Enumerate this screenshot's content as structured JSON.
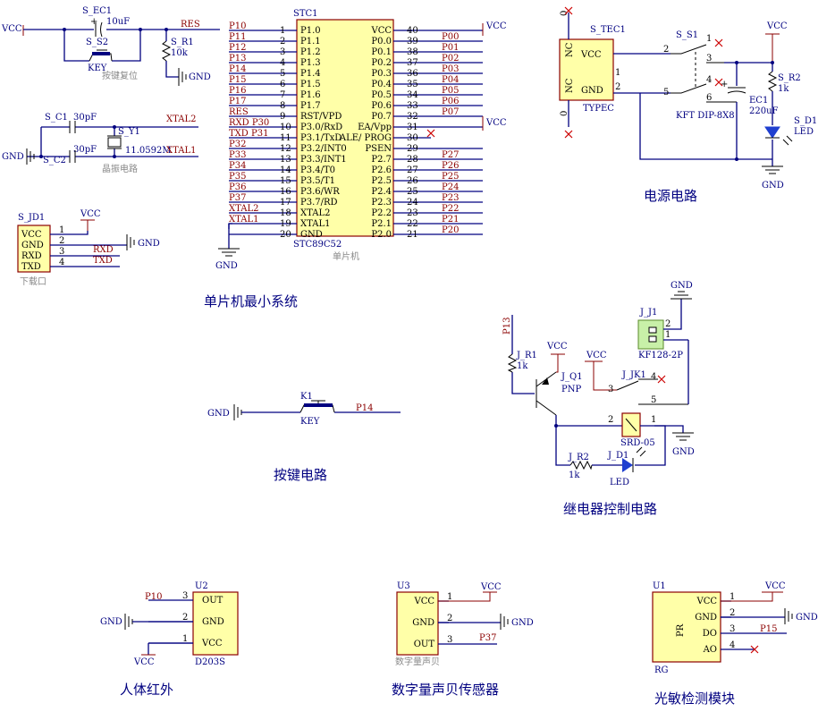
{
  "mcu": {
    "designator": "STC1",
    "part": "STC89C52",
    "caption": "单片机",
    "left_pins": [
      {
        "net": "P10",
        "num": "1",
        "name": "P1.0"
      },
      {
        "net": "P11",
        "num": "2",
        "name": "P1.1"
      },
      {
        "net": "P12",
        "num": "3",
        "name": "P1.2"
      },
      {
        "net": "P13",
        "num": "4",
        "name": "P1.3"
      },
      {
        "net": "P14",
        "num": "5",
        "name": "P1.4"
      },
      {
        "net": "P15",
        "num": "6",
        "name": "P1.5"
      },
      {
        "net": "P16",
        "num": "7",
        "name": "P1.6"
      },
      {
        "net": "P17",
        "num": "8",
        "name": "P1.7"
      },
      {
        "net": "RES",
        "num": "9",
        "name": "RST/VPD"
      },
      {
        "net": "RXD P30",
        "num": "10",
        "name": "P3.0/RxD"
      },
      {
        "net": "TXD P31",
        "num": "11",
        "name": "P3.1/TxD"
      },
      {
        "net": "P32",
        "num": "12",
        "name": "P3.2/INT0"
      },
      {
        "net": "P33",
        "num": "13",
        "name": "P3.3/INT1"
      },
      {
        "net": "P34",
        "num": "14",
        "name": "P3.4/T0"
      },
      {
        "net": "P35",
        "num": "15",
        "name": "P3.5/T1"
      },
      {
        "net": "P36",
        "num": "16",
        "name": "P3.6/WR"
      },
      {
        "net": "P37",
        "num": "17",
        "name": "P3.7/RD"
      },
      {
        "net": "XTAL2",
        "num": "18",
        "name": "XTAL2"
      },
      {
        "net": "XTAL1",
        "num": "19",
        "name": "XTAL1"
      },
      {
        "net": "",
        "num": "20",
        "name": "GND"
      }
    ],
    "right_pins": [
      {
        "net": "VCC",
        "num": "40",
        "name": "VCC"
      },
      {
        "net": "P00",
        "num": "39",
        "name": "P0.0"
      },
      {
        "net": "P01",
        "num": "38",
        "name": "P0.1"
      },
      {
        "net": "P02",
        "num": "37",
        "name": "P0.2"
      },
      {
        "net": "P03",
        "num": "36",
        "name": "P0.3"
      },
      {
        "net": "P04",
        "num": "35",
        "name": "P0.4"
      },
      {
        "net": "P05",
        "num": "34",
        "name": "P0.5"
      },
      {
        "net": "P06",
        "num": "33",
        "name": "P0.6"
      },
      {
        "net": "P07",
        "num": "32",
        "name": "P0.7"
      },
      {
        "net": "VCC",
        "num": "31",
        "name": "EA/Vpp"
      },
      {
        "net": "",
        "num": "30",
        "name": "ALE/ PROG"
      },
      {
        "net": "",
        "num": "29",
        "name": "PSEN"
      },
      {
        "net": "P27",
        "num": "28",
        "name": "P2.7"
      },
      {
        "net": "P26",
        "num": "27",
        "name": "P2.6"
      },
      {
        "net": "P25",
        "num": "26",
        "name": "P2.5"
      },
      {
        "net": "P24",
        "num": "25",
        "name": "P2.4"
      },
      {
        "net": "P23",
        "num": "24",
        "name": "P2.3"
      },
      {
        "net": "P22",
        "num": "23",
        "name": "P2.2"
      },
      {
        "net": "P21",
        "num": "22",
        "name": "P2.1"
      },
      {
        "net": "P20",
        "num": "21",
        "name": "P2.0"
      }
    ],
    "gnd": "GND"
  },
  "reset": {
    "cap": "S_EC1",
    "cap_value": "10uF",
    "switch": "S_S2",
    "switch_value": "KEY",
    "res": "S_R1",
    "res_value": "10k",
    "net_res": "RES",
    "vcc": "VCC",
    "gnd": "GND",
    "caption": "按键复位"
  },
  "crystal": {
    "c1": "S_C1",
    "c1_value": "30pF",
    "c2": "S_C2",
    "c2_value": "30pF",
    "y": "S_Y1",
    "y_value": "11.0592M",
    "xtal2": "XTAL2",
    "xtal1": "XTAL1",
    "gnd": "GND",
    "caption": "晶振电路"
  },
  "download": {
    "designator": "S_JD1",
    "pins": [
      {
        "label": "VCC",
        "num": "1"
      },
      {
        "label": "GND",
        "num": "2"
      },
      {
        "label": "RXD",
        "num": "3"
      },
      {
        "label": "TXD",
        "num": "4"
      }
    ],
    "vcc": "VCC",
    "gnd": "GND",
    "rxd": "RXD",
    "txd": "TXD",
    "caption": "下载口"
  },
  "section_titles": {
    "mcu": "单片机最小系统",
    "power": "电源电路",
    "key": "按键电路",
    "relay": "继电器控制电路",
    "pir": "人体红外",
    "sound": "数字量声贝传感器",
    "light": "光敏检测模块"
  },
  "power": {
    "typec": "S_TEC1",
    "typec_sub": "TYPEC",
    "nc": "NC",
    "zero": "0",
    "vcc_pin": "VCC",
    "gnd_pin": "GND",
    "pin1": "1",
    "pin2": "2",
    "switch": "S_S1",
    "switch_part": "KFT DIP-8X8",
    "sw_pins": [
      "1",
      "2",
      "3",
      "4",
      "5",
      "6"
    ],
    "cap": "EC1",
    "cap_value": "220uF",
    "res": "S_R2",
    "res_value": "1k",
    "led": "S_D1",
    "led_value": "LED",
    "vcc": "VCC",
    "gnd": "GND"
  },
  "key": {
    "designator": "K1",
    "value": "KEY",
    "net": "P14",
    "gnd": "GND"
  },
  "relay": {
    "net_p13": "P13",
    "r1": "J_R1",
    "r1_value": "1k",
    "q": "J_Q1",
    "q_value": "PNP",
    "vcc": "VCC",
    "vcc2": "VCC",
    "terminal": "J_J1",
    "terminal_part": "KF128-2P",
    "terminal_pins": [
      "1",
      "2"
    ],
    "gnd": "GND",
    "gnd2": "GND",
    "relay": "J_JK1",
    "relay_part": "SRD-05",
    "relay_pins": [
      "1",
      "2",
      "3",
      "4",
      "5"
    ],
    "r2": "J_R2",
    "r2_value": "1k",
    "led": "J_D1",
    "led_value": "LED"
  },
  "pir": {
    "designator": "U2",
    "part": "D203S",
    "pins": [
      {
        "name": "OUT",
        "num": "3"
      },
      {
        "name": "GND",
        "num": "2"
      },
      {
        "name": "VCC",
        "num": "1"
      }
    ],
    "net_out": "P10",
    "gnd": "GND",
    "vcc": "VCC"
  },
  "sound": {
    "designator": "U3",
    "caption": "数字量声贝",
    "pins": [
      {
        "name": "VCC",
        "num": "1"
      },
      {
        "name": "GND",
        "num": "2"
      },
      {
        "name": "OUT",
        "num": "3"
      }
    ],
    "vcc": "VCC",
    "gnd": "GND",
    "net_out": "P37"
  },
  "light": {
    "designator": "U1",
    "part": "RG",
    "inner": "PR",
    "pins": [
      {
        "name": "VCC",
        "num": "1"
      },
      {
        "name": "GND",
        "num": "2"
      },
      {
        "name": "DO",
        "num": "3"
      },
      {
        "name": "AO",
        "num": "4"
      }
    ],
    "vcc": "VCC",
    "gnd": "GND",
    "net_do": "P15"
  }
}
